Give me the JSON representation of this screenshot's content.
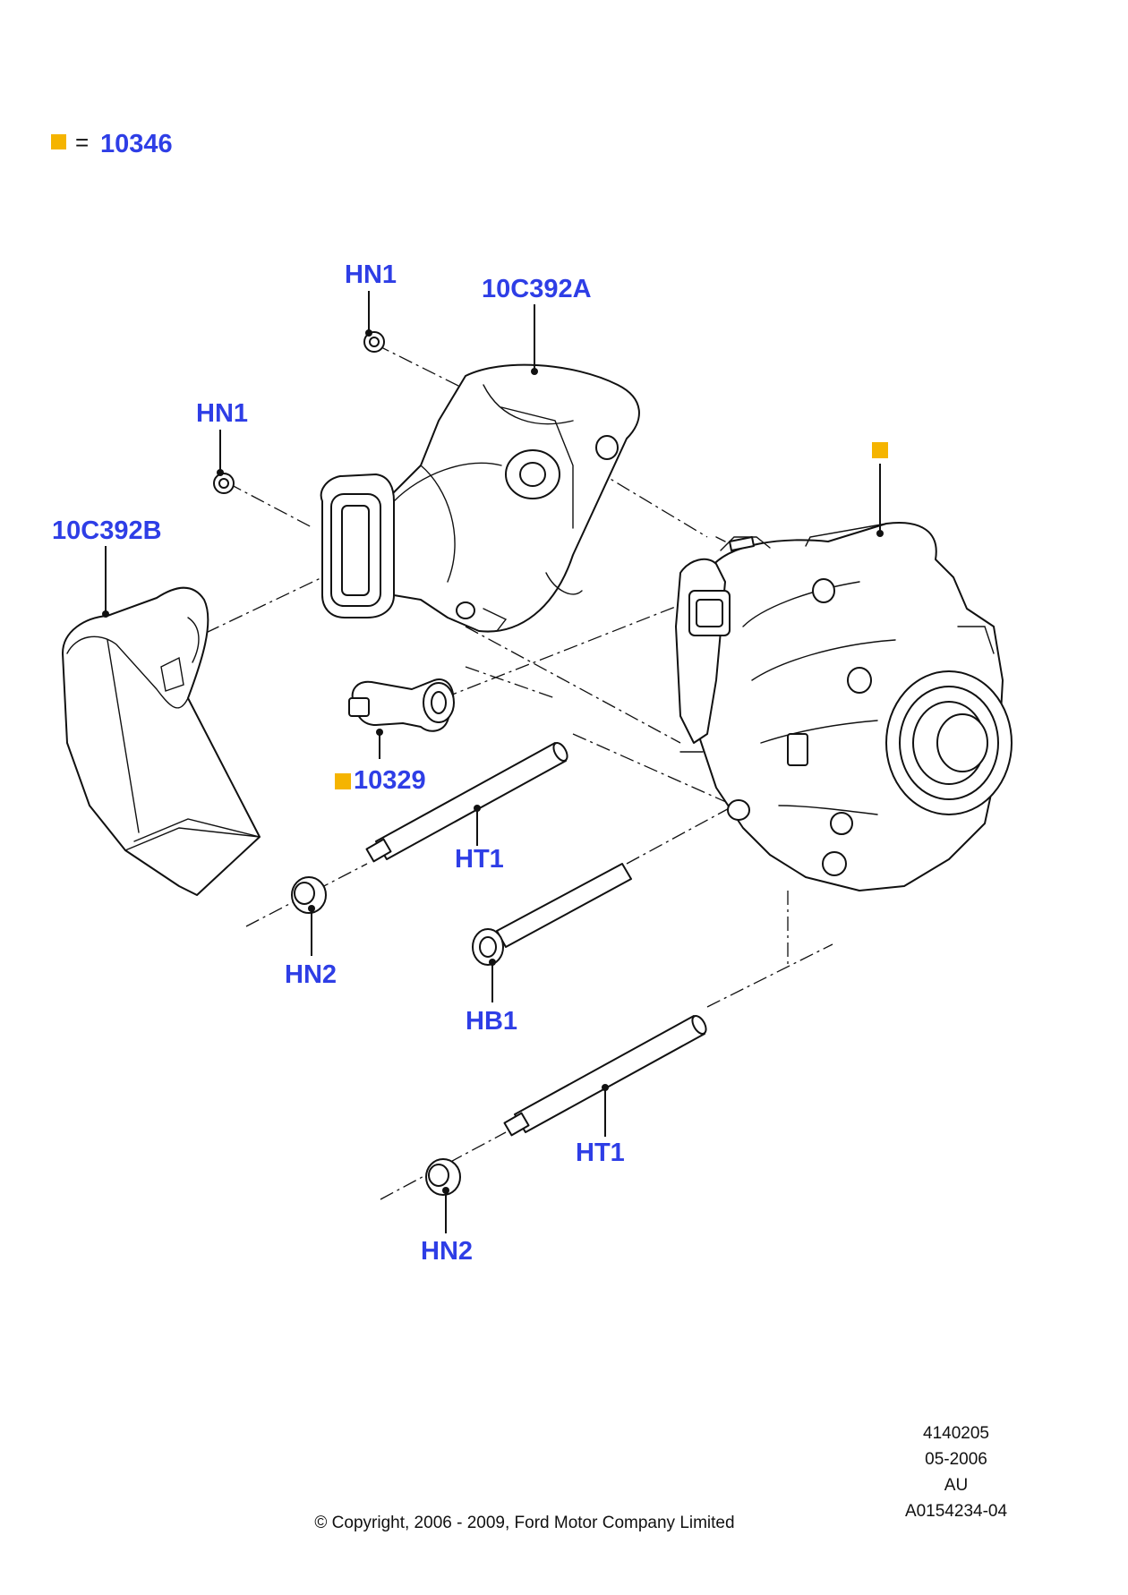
{
  "legend": {
    "marker_color": "#f5b400",
    "equals": "=",
    "part_number": "10346"
  },
  "labels": {
    "hn1_top": "HN1",
    "shroud_a": "10C392A",
    "hn1_left": "HN1",
    "shroud_b": "10C392B",
    "connector": "10329",
    "ht1_upper": "HT1",
    "hn2_upper": "HN2",
    "hb1": "HB1",
    "ht1_lower": "HT1",
    "hn2_lower": "HN2"
  },
  "label_color": "#2e3ee6",
  "info": {
    "line1": "4140205",
    "line2": "05-2006",
    "line3": "AU",
    "line4": "A0154234-04"
  },
  "copyright": "© Copyright, 2006 - 2009, Ford Motor Company Limited"
}
